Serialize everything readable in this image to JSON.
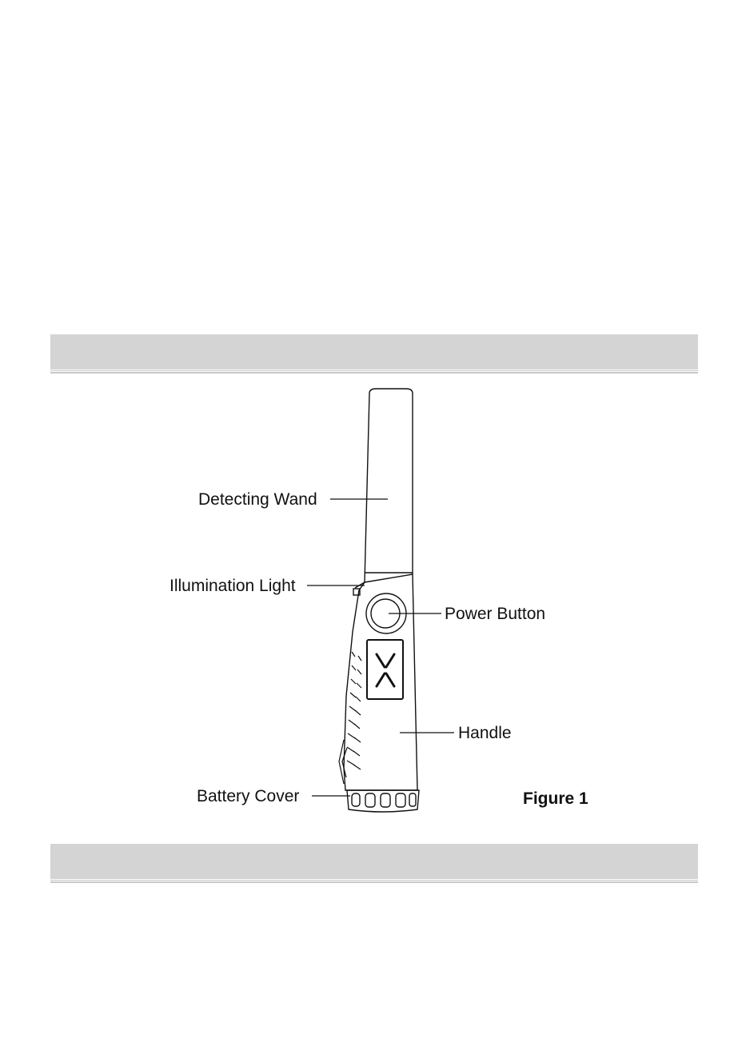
{
  "figure": {
    "caption": "Figure 1",
    "labels": {
      "detecting_wand": "Detecting Wand",
      "illumination_light": "Illumination Light",
      "power_button": "Power Button",
      "handle": "Handle",
      "battery_cover": "Battery Cover"
    }
  },
  "colors": {
    "section_bar": "#d4d4d4",
    "line_art": "#111111"
  }
}
